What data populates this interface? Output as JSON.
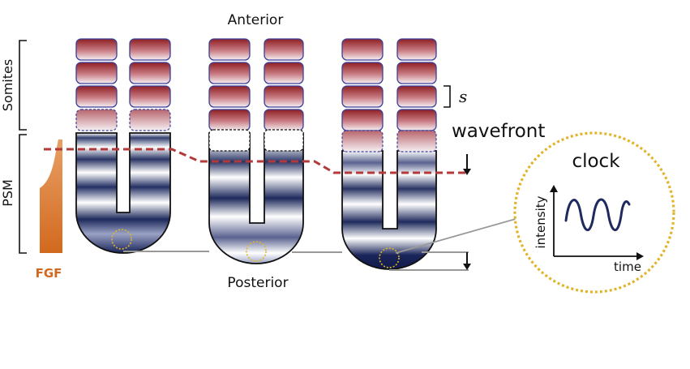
{
  "labels": {
    "anterior": "Anterior",
    "posterior": "Posterior",
    "somites": "Somites",
    "psm": "PSM",
    "fgf": "FGF",
    "s": "s",
    "wavefront": "wavefront",
    "clock": "clock",
    "intensity": "intensity",
    "time": "time"
  },
  "colors": {
    "somite_top": "#8E1F23",
    "somite_bottom": "#F6F0F3",
    "somite_border": "#3A3F9A",
    "tissue_dark": "#1F2A5E",
    "wavefront_line": "#B33A3A",
    "fgf_fill": "#D9732A",
    "clock_border": "#E0B52A",
    "clock_curve": "#1F2A5E",
    "connector": "#999999"
  },
  "icons": {
    "wavefront_arrow": "down-arrow",
    "growth_arrow": "down-arrow"
  }
}
